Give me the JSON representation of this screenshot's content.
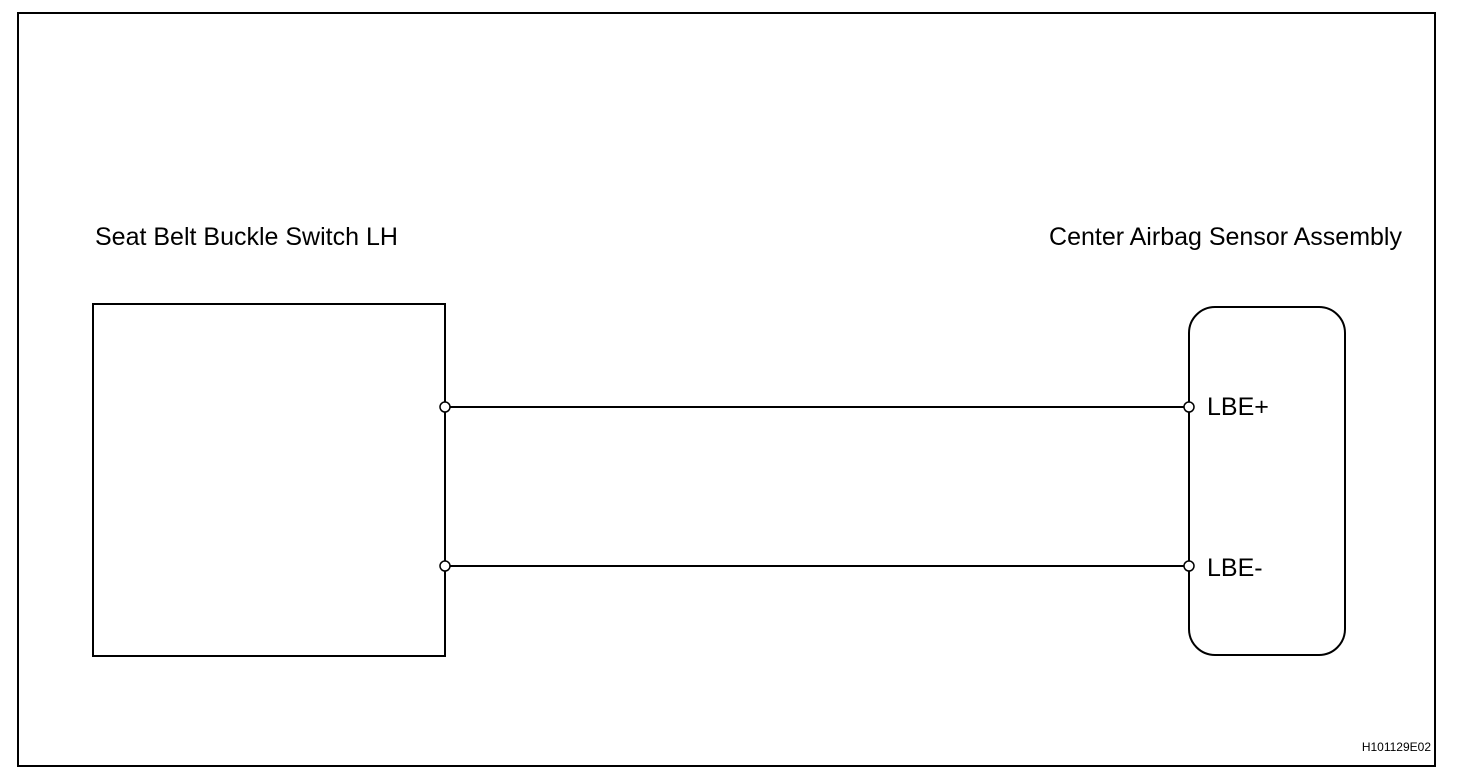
{
  "diagram": {
    "left_component": {
      "title": "Seat Belt Buckle Switch LH"
    },
    "right_component": {
      "title": "Center Airbag Sensor Assembly",
      "pins": [
        {
          "label": "LBE+"
        },
        {
          "label": "LBE-"
        }
      ]
    },
    "wires": [
      {
        "from": "Seat Belt Buckle Switch LH",
        "to": "LBE+"
      },
      {
        "from": "Seat Belt Buckle Switch LH",
        "to": "LBE-"
      }
    ],
    "figure_code": "H101129E02",
    "colors": {
      "line": "#000000",
      "background": "#ffffff"
    }
  }
}
